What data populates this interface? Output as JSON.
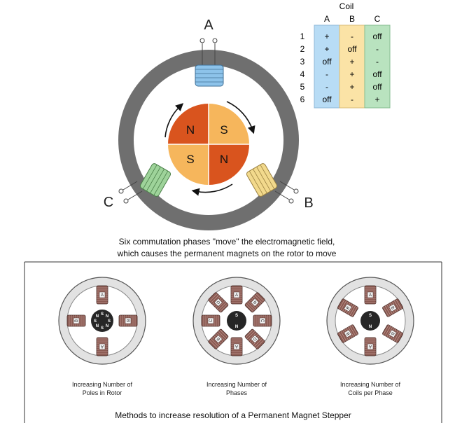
{
  "top_diagram": {
    "coil_labels": {
      "a": "A",
      "b": "B",
      "c": "C"
    },
    "rotor_poles": [
      "N",
      "S",
      "S",
      "N"
    ],
    "caption_line1": "Six commutation phases \"move\" the electromagnetic field,",
    "caption_line2": "which causes the permanent magnets on the rotor to move"
  },
  "coil_table": {
    "title": "Coil",
    "columns": [
      "A",
      "B",
      "C"
    ],
    "column_colors": [
      "#b8dcf5",
      "#fbe3a6",
      "#b9e3bf"
    ],
    "rows": [
      {
        "step": "1",
        "cells": [
          "+",
          "-",
          "off"
        ]
      },
      {
        "step": "2",
        "cells": [
          "+",
          "off",
          "-"
        ]
      },
      {
        "step": "3",
        "cells": [
          "off",
          "+",
          "-"
        ]
      },
      {
        "step": "4",
        "cells": [
          "-",
          "+",
          "off"
        ]
      },
      {
        "step": "5",
        "cells": [
          "-",
          "+",
          "off"
        ]
      },
      {
        "step": "6",
        "cells": [
          "off",
          "-",
          "+"
        ]
      }
    ]
  },
  "colors": {
    "stator": "#6f6f6f",
    "pole_dark": "#d9541e",
    "pole_light": "#f6b65c",
    "coil_a": "#8dc3ea",
    "coil_b": "#f2d98c",
    "coil_c": "#9ed39a",
    "mini_coil": "#8a5a52"
  },
  "bottom_panel": {
    "steppers": [
      {
        "caption1": "Increasing Number of",
        "caption2": "Poles in Rotor",
        "rotor_letters": [
          "S",
          "N",
          "S",
          "N",
          "S",
          "N",
          "S",
          "N"
        ],
        "coil_letters": [
          "A",
          "B",
          "A",
          "B"
        ]
      },
      {
        "caption1": "Increasing Number of",
        "caption2": "Phases",
        "rotor_letters": [
          "S",
          "N"
        ],
        "coil_letters": [
          "A",
          "B",
          "C",
          "D",
          "A",
          "B",
          "C",
          "D"
        ]
      },
      {
        "caption1": "Increasing Number of",
        "caption2": "Coils per Phase",
        "rotor_letters": [
          "S",
          "N"
        ],
        "coil_letters": [
          "A",
          "B",
          "B",
          "A",
          "B",
          "B"
        ]
      }
    ],
    "footer": "Methods to increase resolution of a Permanent Magnet Stepper"
  }
}
